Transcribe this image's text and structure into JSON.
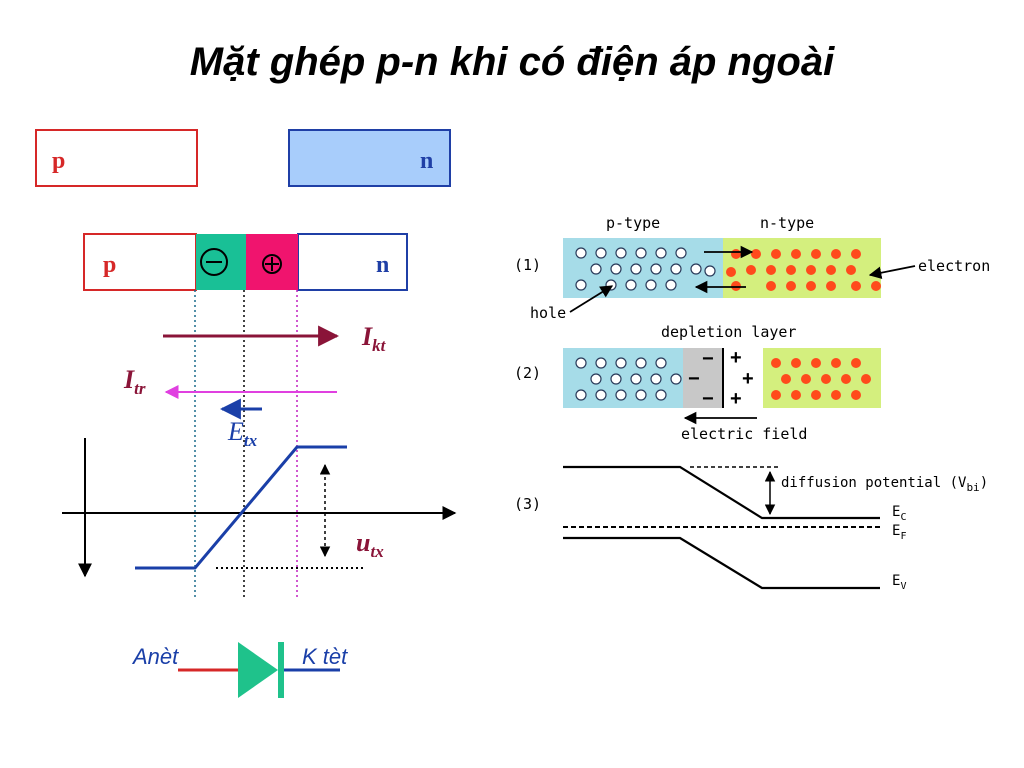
{
  "title": "Mặt ghép p-n khi có điện áp ngoài",
  "left": {
    "top_p": "p",
    "top_n": "n",
    "junction_p": "p",
    "junction_n": "n",
    "minus_symbol": "⊖",
    "plus_symbol": "⊕",
    "i_kt": "I",
    "i_kt_sub": "kt",
    "i_tr": "I",
    "i_tr_sub": "tr",
    "e_tx": "E",
    "e_tx_sub": "tx",
    "u_tx": "u",
    "u_tx_sub": "tx",
    "anode": "Anèt",
    "cathode": "K tèt"
  },
  "right": {
    "label1": "(1)",
    "label2": "(2)",
    "label3": "(3)",
    "p_type": "p-type",
    "n_type": "n-type",
    "electron": "electron",
    "hole": "hole",
    "depletion_layer": "depletion layer",
    "electric_field": "electric field",
    "diffusion_potential": "diffusion potential (V",
    "diffusion_sub": "bi",
    "diffusion_close": ")",
    "ec": "E",
    "ec_sub": "C",
    "ef": "E",
    "ef_sub": "F",
    "ev": "E",
    "ev_sub": "V"
  },
  "colors": {
    "p_red": "#d62828",
    "n_blue": "#1f3fa6",
    "n_fill": "#a8cdfb",
    "minus_fill": "#19c096",
    "plus_fill": "#f0146e",
    "ikt": "#8a1438",
    "itr": "#e040e0",
    "line_blue": "#1a3fa8",
    "diode_green": "#1fc28b",
    "ptype_fill": "#a6dce8",
    "ntype_fill": "#d4ef7e",
    "electron_dot": "#ff4a1c"
  }
}
